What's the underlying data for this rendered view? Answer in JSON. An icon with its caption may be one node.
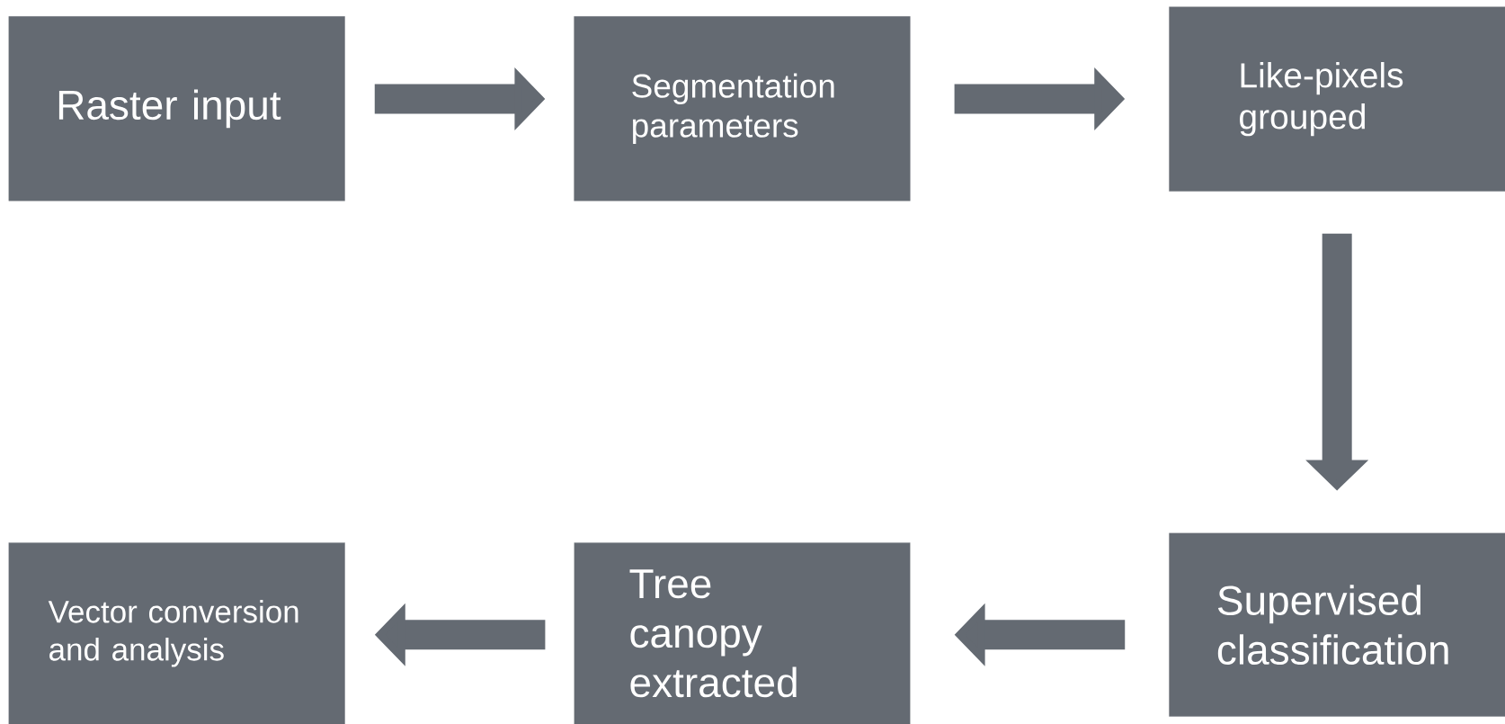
{
  "diagram": {
    "nodes": [
      {
        "text": [
          "Raster input"
        ]
      },
      {
        "text": [
          "Segmentation parameters"
        ]
      },
      {
        "text": [
          "Like-pixels grouped"
        ]
      },
      {
        "text": [
          "Supervised classification"
        ]
      },
      {
        "text": [
          "Tree canopy extracted"
        ]
      },
      {
        "text": [
          "Vector conversion and analysis"
        ]
      }
    ],
    "edges": [
      {
        "from": 0,
        "to": 1,
        "arrow": "to"
      },
      {
        "from": 1,
        "to": 2,
        "arrow": "to"
      },
      {
        "from": 2,
        "to": 3,
        "arrow": "to"
      },
      {
        "from": 3,
        "to": 4,
        "arrow": "to"
      },
      {
        "from": 4,
        "to": 5,
        "arrow": "to"
      }
    ]
  }
}
